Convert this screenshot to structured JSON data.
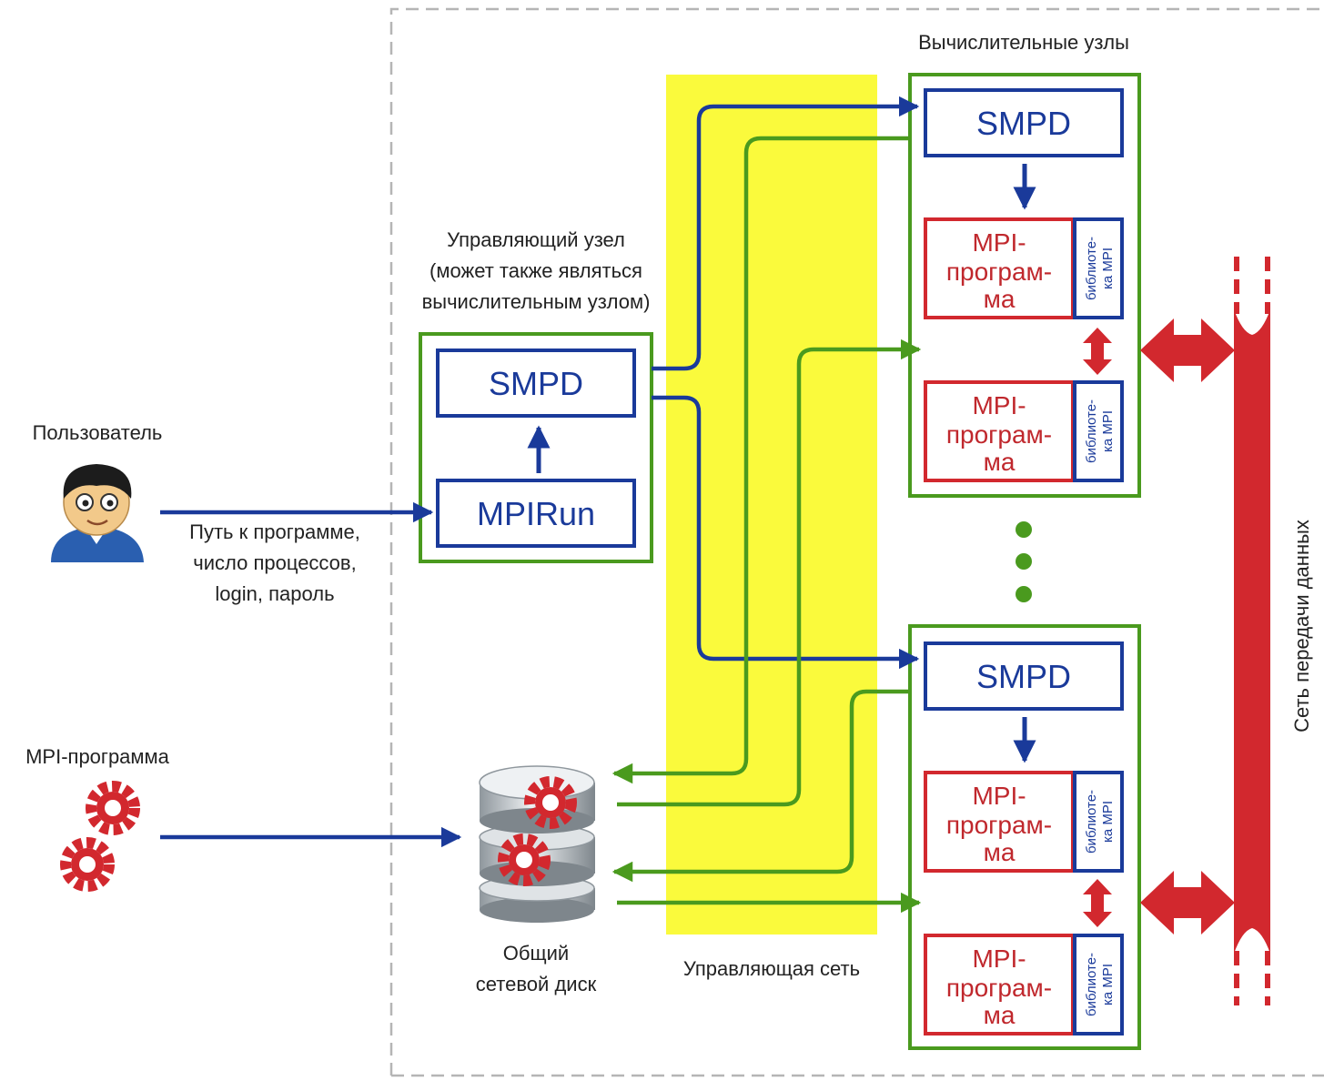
{
  "labels": {
    "compute_nodes": "Вычислительные узлы",
    "control_node": [
      "Управляющий узел",
      "(может также являться",
      "вычислительным узлом)"
    ],
    "user": "Пользователь",
    "user_input": [
      "Путь к программе,",
      "число процессов,",
      "login, пароль"
    ],
    "mpi_program_source": "MPI-программа",
    "shared_disk": [
      "Общий",
      "сетевой диск"
    ],
    "control_network": "Управляющая сеть",
    "data_network": "Сеть передачи данных"
  },
  "control_node": {
    "smpd": "SMPD",
    "mpirun": "MPIRun"
  },
  "compute_node_top": {
    "smpd": "SMPD",
    "programs": [
      {
        "text": [
          "MPI-",
          "програм-",
          "ма"
        ],
        "lib": [
          "библиоте-",
          "ка MPI"
        ]
      },
      {
        "text": [
          "MPI-",
          "програм-",
          "ма"
        ],
        "lib": [
          "библиоте-",
          "ка MPI"
        ]
      }
    ]
  },
  "compute_node_bottom": {
    "smpd": "SMPD",
    "programs": [
      {
        "text": [
          "MPI-",
          "програм-",
          "ма"
        ],
        "lib": [
          "библиоте-",
          "ка MPI"
        ]
      },
      {
        "text": [
          "MPI-",
          "програм-",
          "ма"
        ],
        "lib": [
          "библиоте-",
          "ка MPI"
        ]
      }
    ]
  },
  "colors": {
    "blue": "#1a3a9a",
    "green": "#4a9a1e",
    "red": "#d2282e",
    "yellow": "#fafa3c",
    "dashed": "#b5b5b5"
  }
}
